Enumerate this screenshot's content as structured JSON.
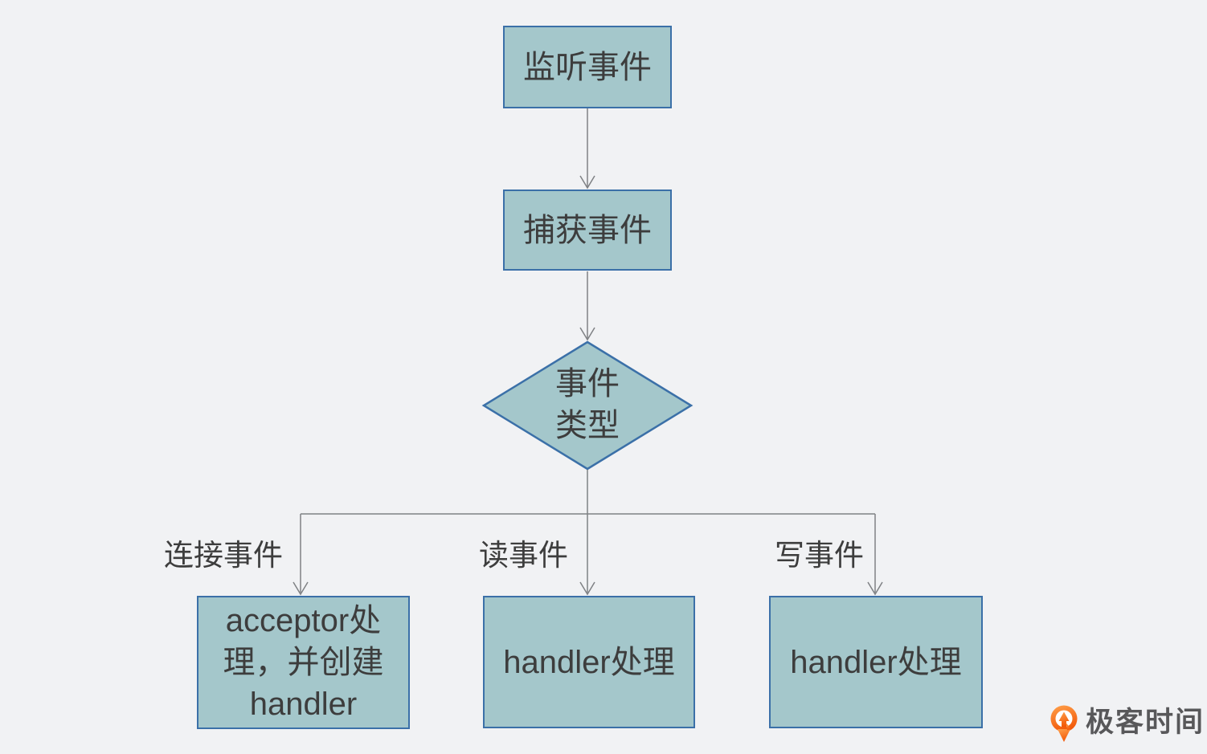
{
  "flowchart": {
    "type": "flowchart",
    "nodes": {
      "listen": {
        "label": "监听事件",
        "shape": "rect"
      },
      "capture": {
        "label": "捕获事件",
        "shape": "rect"
      },
      "decision": {
        "line1": "事件",
        "line2": "类型",
        "shape": "diamond"
      },
      "acceptor": {
        "label": "acceptor处理，并创建handler",
        "shape": "rect"
      },
      "read_handler": {
        "label": "handler处理",
        "shape": "rect"
      },
      "write_handler": {
        "label": "handler处理",
        "shape": "rect"
      }
    },
    "branch_labels": {
      "connect": "连接事件",
      "read": "读事件",
      "write": "写事件"
    },
    "edges": [
      {
        "from": "listen",
        "to": "capture"
      },
      {
        "from": "capture",
        "to": "decision"
      },
      {
        "from": "decision",
        "to": "acceptor",
        "label": "连接事件"
      },
      {
        "from": "decision",
        "to": "read_handler",
        "label": "读事件"
      },
      {
        "from": "decision",
        "to": "write_handler",
        "label": "写事件"
      }
    ]
  },
  "watermark": {
    "logo_text": "极客时间",
    "icon": "geektime-pin-q-icon"
  },
  "colors": {
    "background": "#f1f2f4",
    "node_fill": "#a4c7cb",
    "node_border": "#3b70a8",
    "node_text": "#3d3d3d",
    "connector": "#7f8184",
    "logo_orange": "#f7741f",
    "logo_text": "#58585a"
  }
}
